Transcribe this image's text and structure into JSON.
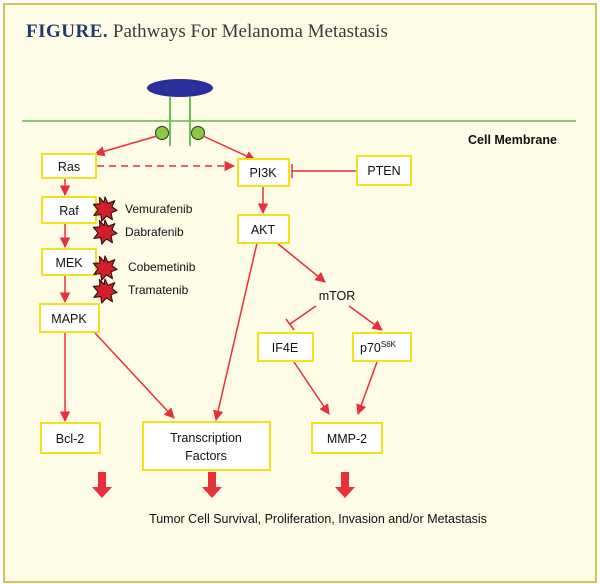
{
  "figure": {
    "label": "FIGURE.",
    "title": "Pathways For Melanoma Metastasis"
  },
  "membrane": {
    "label": "Cell Membrane"
  },
  "nodes": {
    "ras": "Ras",
    "raf": "Raf",
    "mek": "MEK",
    "mapk": "MAPK",
    "pi3k": "PI3K",
    "pten": "PTEN",
    "akt": "AKT",
    "mtor": "mTOR",
    "if4e": "IF4E",
    "p70": "p70",
    "p70_sup": "S6K",
    "bcl2": "Bcl-2",
    "tf_line1": "Transcription",
    "tf_line2": "Factors",
    "mmp2": "MMP-2"
  },
  "drugs": {
    "vemurafenib": "Vemurafenib",
    "dabrafenib": "Dabrafenib",
    "cobemetinib": "Cobemetinib",
    "tramatenib": "Tramatenib"
  },
  "outcome": "Tumor Cell Survival, Proliferation, Invasion and/or Metastasis",
  "colors": {
    "arrow": "#e8303a",
    "membrane": "#5dbb46",
    "receptor": "#2b2f9b",
    "box_border": "#f2e21b",
    "title_label": "#1f3a6b",
    "frame": "#d9c15a",
    "inhibitor_star": "#d21f2b"
  }
}
